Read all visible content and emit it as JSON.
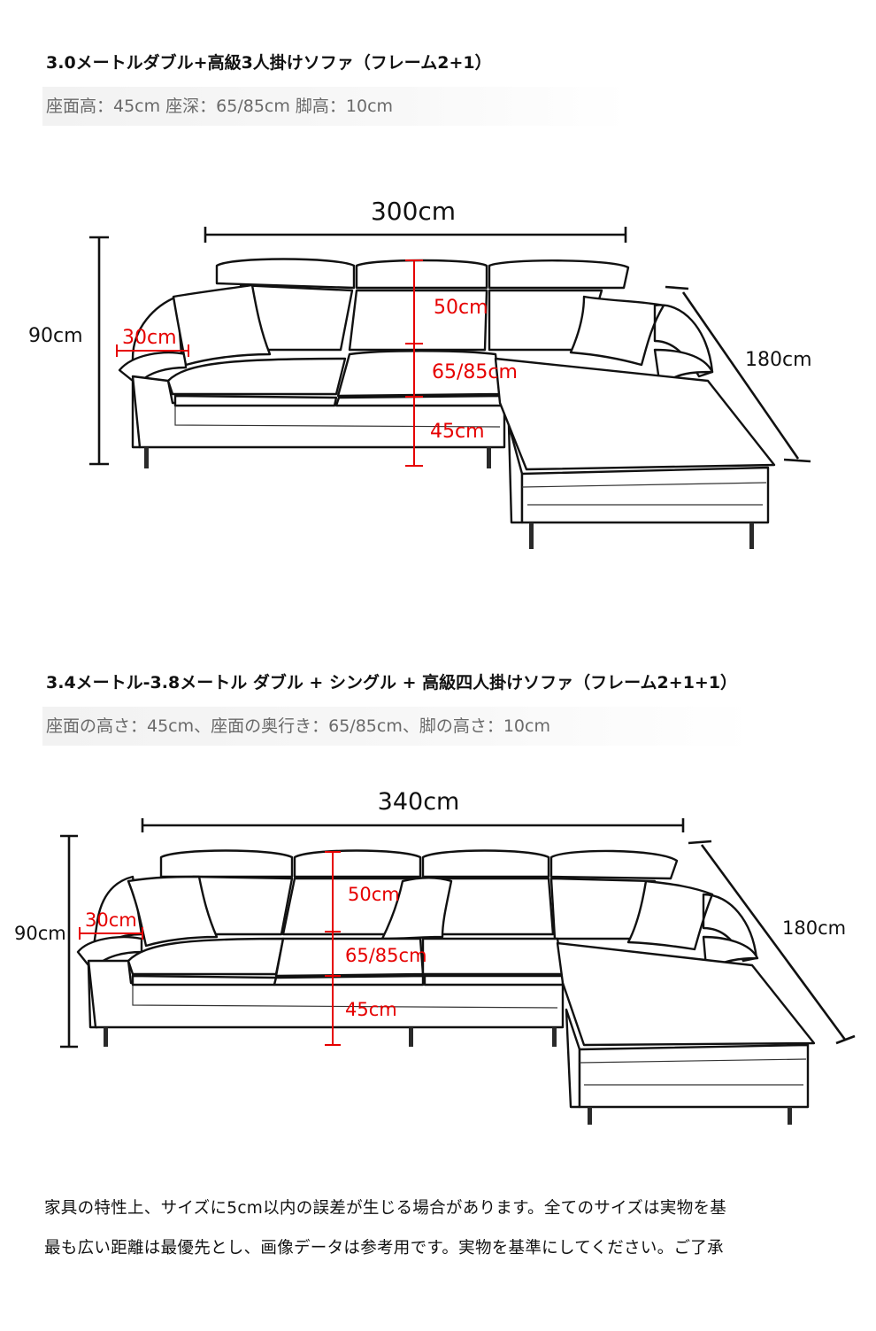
{
  "section1": {
    "title": "3.0メートルダブル+高級3人掛けソファ（フレーム2+1）",
    "specs": "座面高：45cm  座深：65/85cm  脚高：10cm",
    "dims": {
      "width": "300cm",
      "height": "90cm",
      "arm": "30cm",
      "back": "50cm",
      "depth": "65/85cm",
      "seat": "45cm",
      "chaise": "180cm"
    }
  },
  "section2": {
    "title": "3.4メートル-3.8メートル ダブル + シングル + 高級四人掛けソファ（フレーム2+1+1）",
    "specs": "座面の高さ：45cm、座面の奥行き：65/85cm、脚の高さ：10cm",
    "dims": {
      "width": "340cm",
      "height": "90cm",
      "arm": "30cm",
      "back": "50cm",
      "depth": "65/85cm",
      "seat": "45cm",
      "chaise": "180cm"
    }
  },
  "notes": [
    "家具の特性上、サイズに5cm以内の誤差が生じる場合があります。全てのサイズは実物を基",
    "最も広い距離は最優先とし、画像データは参考用です。実物を基準にしてください。ご了承"
  ]
}
